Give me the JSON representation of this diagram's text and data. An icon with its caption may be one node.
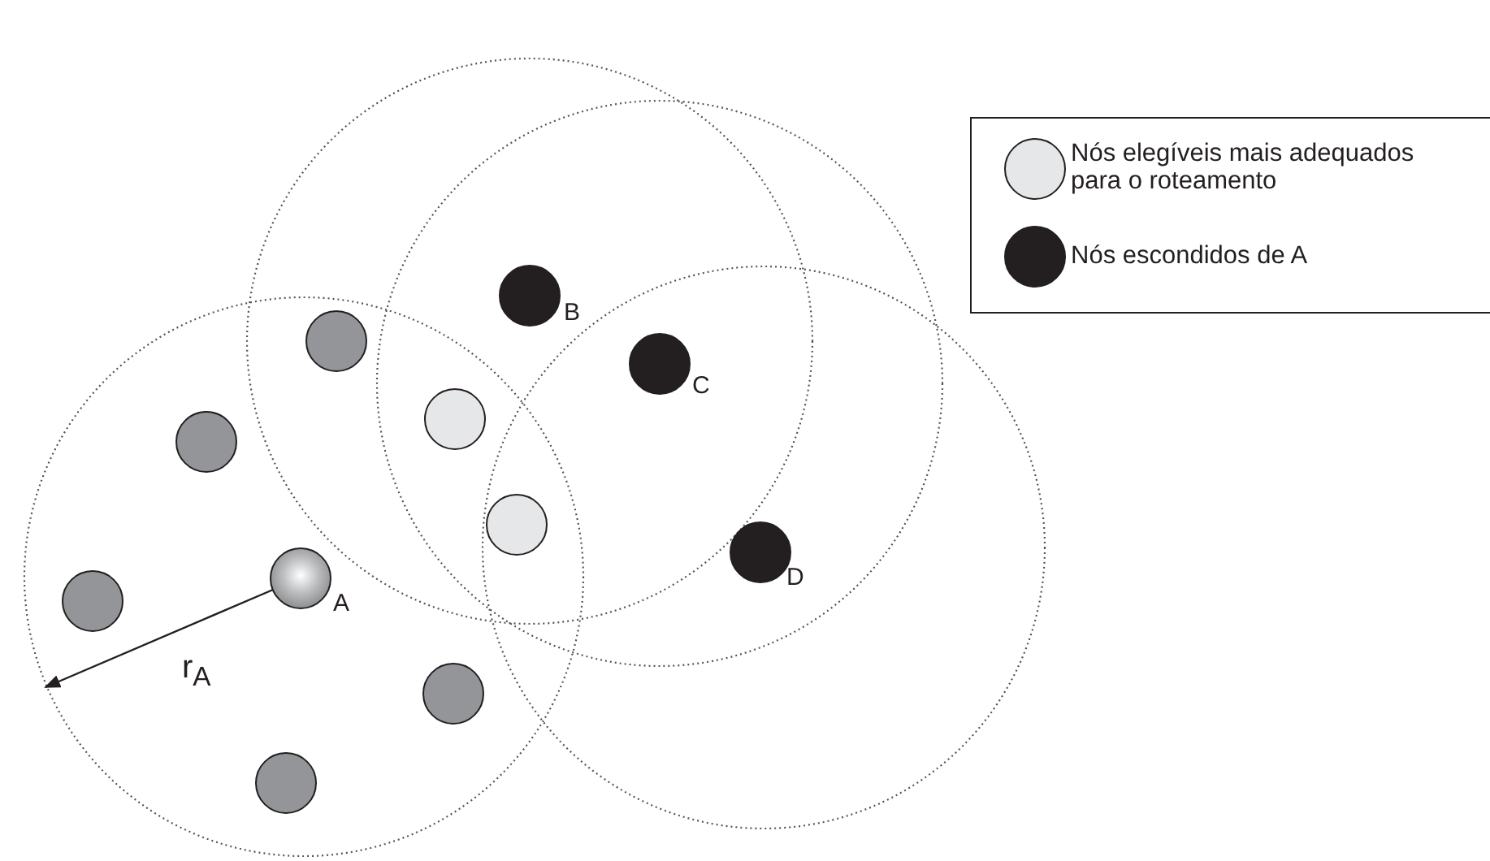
{
  "diagram": {
    "nodes": [
      {
        "text": [],
        "shape": "circle",
        "beside": [
          "B"
        ]
      },
      {
        "text": [],
        "shape": "circle"
      },
      {
        "text": [],
        "shape": "circle",
        "beside": [
          "C"
        ]
      },
      {
        "text": [],
        "shape": "circle"
      },
      {
        "text": [],
        "shape": "circle"
      },
      {
        "text": [],
        "shape": "circle"
      },
      {
        "text": [],
        "shape": "circle",
        "beside": [
          "D"
        ]
      },
      {
        "text": [],
        "shape": "circle",
        "beside": [
          "A"
        ]
      },
      {
        "text": [],
        "shape": "circle"
      },
      {
        "text": [],
        "shape": "circle"
      },
      {
        "text": [],
        "shape": "circle"
      }
    ],
    "edges": [],
    "labels": [
      "r$_{A}$"
    ],
    "legend": [
      {
        "text": "Nós elegíveis mais adequados para o roteamento",
        "color": "#e6e7e8"
      },
      {
        "text": "Nós escondidos de A",
        "color": "#231f20"
      }
    ]
  }
}
